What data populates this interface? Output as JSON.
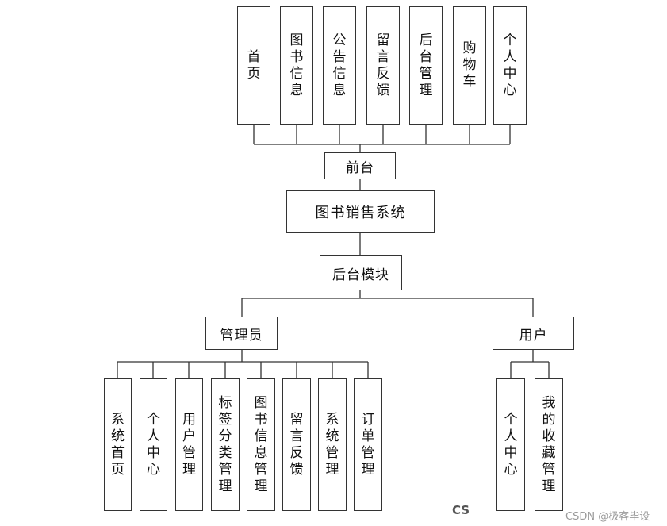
{
  "system_title": "图书销售系统",
  "frontend": {
    "label": "前台",
    "modules": [
      "首页",
      "图书信息",
      "公告信息",
      "留言反馈",
      "后台管理",
      "购物车",
      "个人中心"
    ]
  },
  "backend": {
    "label": "后台模块",
    "admin": {
      "label": "管理员",
      "modules": [
        "系统首页",
        "个人中心",
        "用户管理",
        "标签分类管理",
        "图书信息管理",
        "留言反馈",
        "系统管理",
        "订单管理"
      ]
    },
    "user": {
      "label": "用户",
      "modules": [
        "个人中心",
        "我的收藏管理"
      ]
    }
  },
  "watermark": {
    "left": "CS",
    "right": "CSDN @极客毕设"
  }
}
